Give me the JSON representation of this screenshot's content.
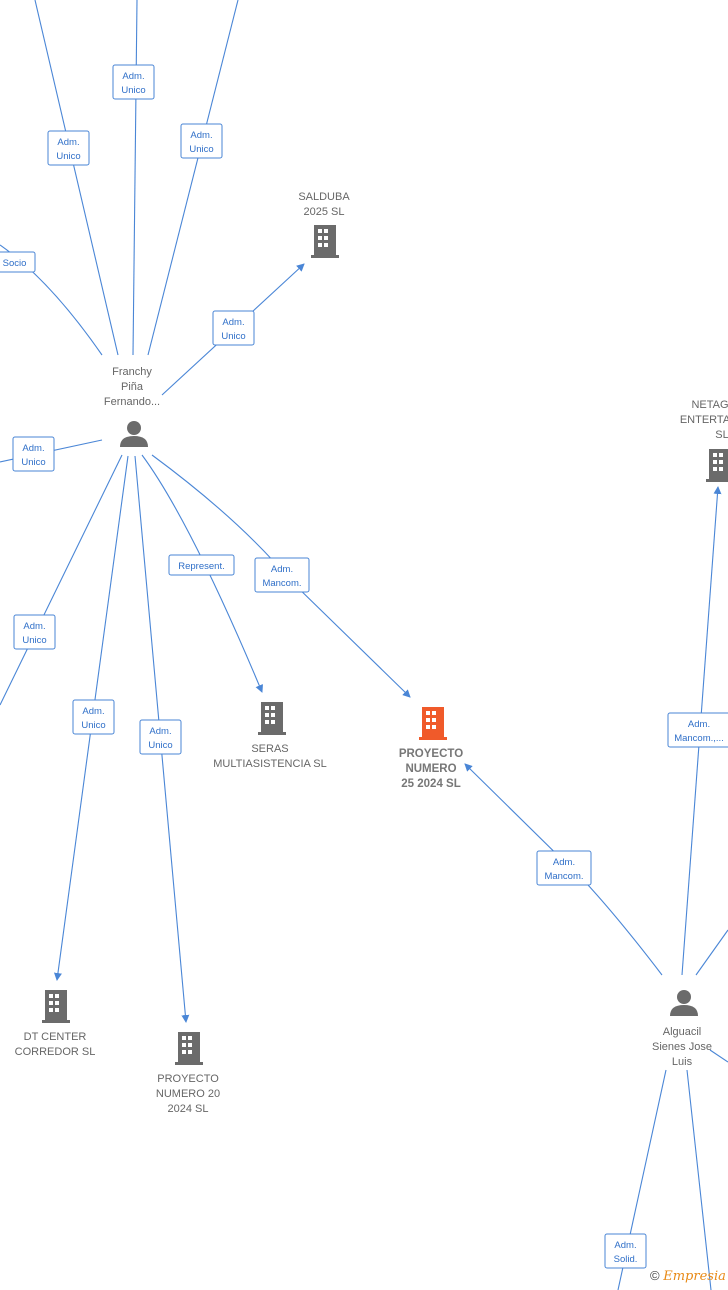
{
  "nodes": [
    {
      "id": "franchy",
      "kind": "person",
      "label": [
        "Franchy",
        "Piña",
        "Fernando..."
      ]
    },
    {
      "id": "alguacil",
      "kind": "person",
      "label": [
        "Alguacil",
        "Sienes Jose",
        "Luis"
      ]
    },
    {
      "id": "salduba",
      "kind": "company",
      "label": [
        "SALDUBA",
        "2025  SL"
      ]
    },
    {
      "id": "netag",
      "kind": "company",
      "label": [
        "NETAG",
        "ENTERTA",
        "SL"
      ]
    },
    {
      "id": "seras",
      "kind": "company",
      "label": [
        "SERAS",
        "MULTIASISTENCIA SL"
      ]
    },
    {
      "id": "proyecto25",
      "kind": "company-main",
      "label": [
        "PROYECTO",
        "NUMERO",
        "25 2024  SL"
      ]
    },
    {
      "id": "dtcenter",
      "kind": "company",
      "label": [
        "DT CENTER",
        "CORREDOR  SL"
      ]
    },
    {
      "id": "proyecto20",
      "kind": "company",
      "label": [
        "PROYECTO",
        "NUMERO 20",
        "2024  SL"
      ]
    }
  ],
  "edge_labels": [
    [
      "Adm.",
      "Unico"
    ],
    [
      "Adm.",
      "Unico"
    ],
    [
      "Adm.",
      "Unico"
    ],
    [
      "Socio"
    ],
    [
      "Adm.",
      "Unico"
    ],
    [
      "Adm.",
      "Unico"
    ],
    [
      "Adm.",
      "Unico"
    ],
    [
      "Represent."
    ],
    [
      "Adm.",
      "Mancom."
    ],
    [
      "Adm.",
      "Unico"
    ],
    [
      "Adm.",
      "Unico"
    ],
    [
      "Adm.",
      "Mancom."
    ],
    [
      "Adm.",
      "Mancom.,..."
    ],
    [
      "Adm.",
      "Solid."
    ]
  ],
  "brand": {
    "copyright": "©",
    "name_initial": "E",
    "name_rest": "mpresia"
  },
  "colors": {
    "edge": "#4a86d6",
    "node": "#6b6b6b",
    "main_node": "#f05a2a"
  }
}
